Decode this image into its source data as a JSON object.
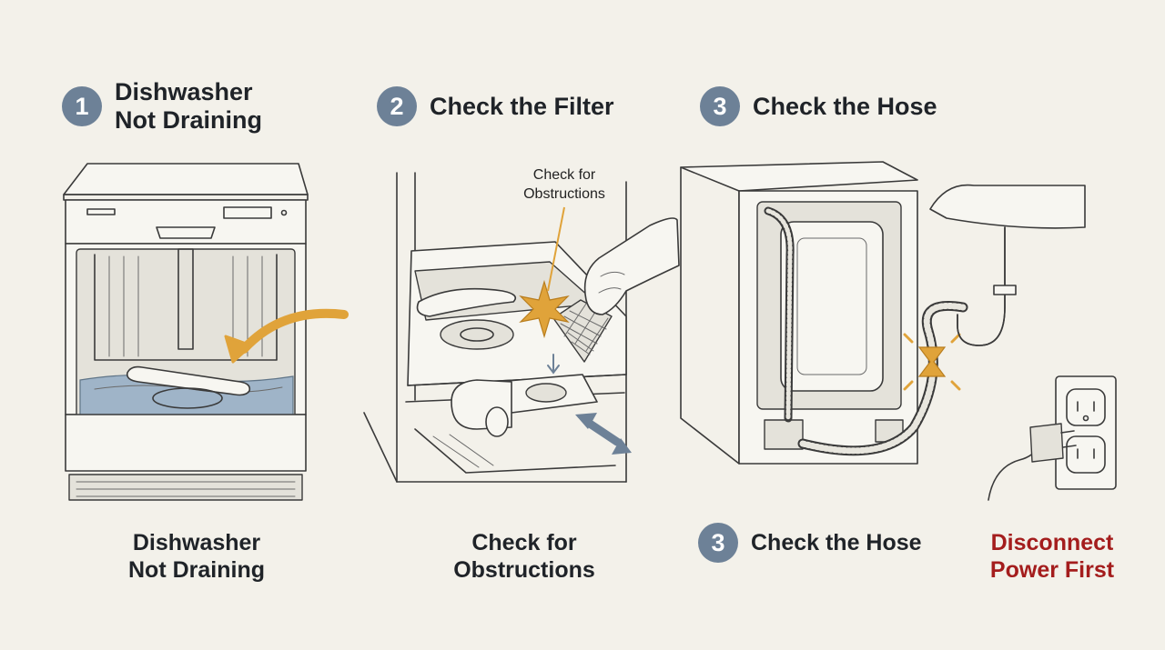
{
  "steps": [
    {
      "number": "1",
      "title": "Dishwasher\nNot Draining"
    },
    {
      "number": "2",
      "title": "Check the Filter"
    },
    {
      "number": "3",
      "title": "Check the Hose"
    }
  ],
  "callout": {
    "filter": "Check for\nObstructions"
  },
  "captions": {
    "dishwasher": "Dishwasher\nNot Draining",
    "filter": "Check for\nObstructions",
    "hose_number": "3",
    "hose": "Check the Hose",
    "warning": "Disconnect\nPower First"
  },
  "colors": {
    "background": "#f3f1ea",
    "badge": "#6d8197",
    "accent_orange": "#e0a33a",
    "standing_water": "#9fb4c8",
    "direction_arrow": "#6d8197",
    "warning_text": "#a41d1d"
  },
  "icons": [
    "standing-water-arrow-icon",
    "obstruction-star-icon",
    "direction-arrow-icon",
    "kink-icon",
    "plug-icon",
    "outlet-icon"
  ]
}
